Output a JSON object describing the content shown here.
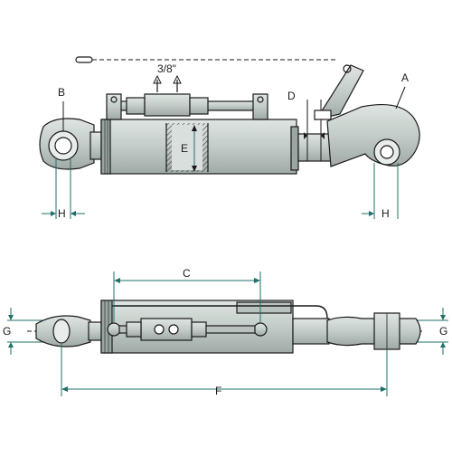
{
  "labels": {
    "a": "A",
    "b": "B",
    "c": "C",
    "d": "D",
    "e": "E",
    "f": "F",
    "g_left": "G",
    "g_right": "G",
    "h_left": "H",
    "h_right": "H",
    "thread": "3/8\""
  },
  "colors": {
    "body": "#c6ceca",
    "body_dark": "#9aa6a2",
    "line": "#1a1a1a",
    "dimension": "#1f6f6a",
    "hatch": "#3a3a3a"
  },
  "icons": {
    "hydraulic_port": "arrow-up-icon",
    "hook": "quick-hitch-hook-icon",
    "ball_end": "ball-joint-icon",
    "pin": "linch-pin-icon"
  }
}
